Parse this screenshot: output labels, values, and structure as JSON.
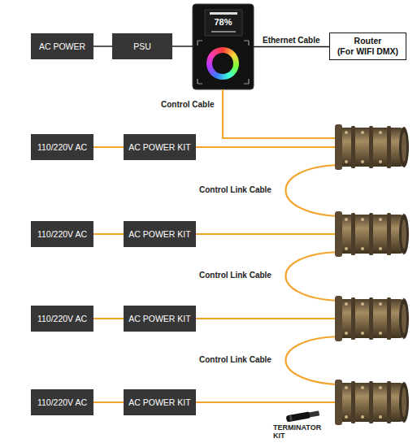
{
  "diagram": {
    "nodes": [
      {
        "text": [
          "AC POWER"
        ]
      },
      {
        "text": [
          "PSU"
        ]
      },
      {
        "text": [
          "78%"
        ]
      },
      {
        "text": [
          "Router",
          "(For WIFI DMX)"
        ]
      },
      {
        "text": [
          "110/220V AC"
        ]
      },
      {
        "text": [
          "AC POWER KIT"
        ]
      },
      {
        "text": [
          "110/220V AC"
        ]
      },
      {
        "text": [
          "AC POWER KIT"
        ]
      },
      {
        "text": [
          "110/220V AC"
        ]
      },
      {
        "text": [
          "AC POWER KIT"
        ]
      },
      {
        "text": [
          "110/220V AC"
        ]
      },
      {
        "text": [
          "AC POWER KIT"
        ]
      }
    ],
    "edges": [
      {
        "from": 0,
        "to": 1,
        "arrow": "none"
      },
      {
        "from": 1,
        "to": 2,
        "arrow": "none"
      },
      {
        "from": 2,
        "to": 3,
        "arrow": "none",
        "label": "Ethernet Cable"
      },
      {
        "from": 4,
        "to": 5,
        "arrow": "none"
      },
      {
        "from": 6,
        "to": 7,
        "arrow": "none"
      },
      {
        "from": 8,
        "to": 9,
        "arrow": "none"
      },
      {
        "from": 10,
        "to": 11,
        "arrow": "none"
      }
    ],
    "labels": [
      "Control Cable",
      "Control Link Cable",
      "Control Link Cable",
      "Control Link Cable",
      "TERMINATOR KIT"
    ]
  }
}
